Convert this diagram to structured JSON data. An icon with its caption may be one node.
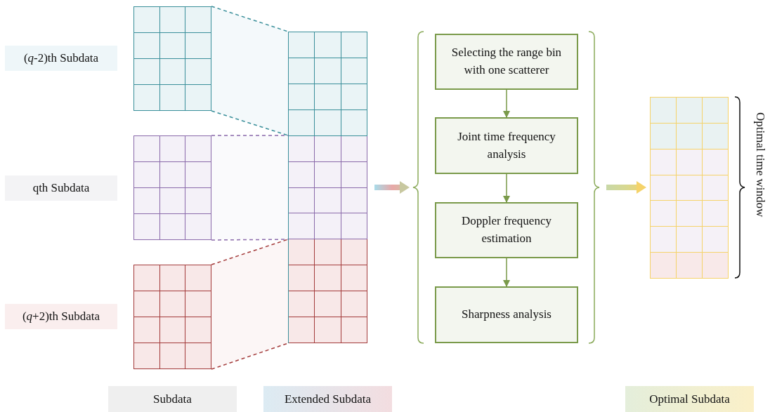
{
  "diagram": {
    "nodes": [
      {
        "text": [
          "(*q*-2)th Subdata"
        ]
      },
      {
        "text": [
          "qth Subdata"
        ]
      },
      {
        "text": [
          "(*q*+2)th Subdata"
        ]
      },
      {
        "text": [],
        "shape": "box"
      },
      {
        "text": [],
        "shape": "box"
      },
      {
        "text": [],
        "shape": "box"
      },
      {
        "text": [],
        "shape": "box"
      },
      {
        "text": [],
        "shape": "bracket"
      },
      {
        "text": [
          "Selecting the range bin with one scatterer"
        ],
        "in": 7
      },
      {
        "text": [
          "Joint time frequency analysis"
        ],
        "in": 7
      },
      {
        "text": [
          "Doppler frequency estimation"
        ],
        "in": 7
      },
      {
        "text": [
          "Sharpness analysis"
        ],
        "in": 7
      },
      {
        "text": [],
        "shape": "box"
      }
    ],
    "edges": [
      {
        "from": 3,
        "to": 6,
        "arrow": "none",
        "style": "dashed",
        "color": "#3a8f9a"
      },
      {
        "from": 3,
        "to": 6,
        "arrow": "none",
        "style": "dashed",
        "color": "#3a8f9a"
      },
      {
        "from": 4,
        "to": 6,
        "arrow": "none",
        "style": "dashed",
        "color": "#8a6aaa"
      },
      {
        "from": 4,
        "to": 6,
        "arrow": "none",
        "style": "dashed",
        "color": "#8a6aaa"
      },
      {
        "from": 5,
        "to": 6,
        "arrow": "none",
        "style": "dashed",
        "color": "#a33a3a"
      },
      {
        "from": 5,
        "to": 6,
        "arrow": "none",
        "style": "dashed",
        "color": "#a33a3a"
      },
      {
        "from": 8,
        "to": 9,
        "arrow": "to"
      },
      {
        "from": 9,
        "to": 10,
        "arrow": "to"
      },
      {
        "from": 10,
        "to": 11,
        "arrow": "to"
      },
      {
        "from": 6,
        "to": 7,
        "arrow": "to",
        "style": "thick"
      },
      {
        "from": 7,
        "to": 12,
        "arrow": "to",
        "style": "thick"
      }
    ],
    "labels": [
      "Optimal time window",
      "Subdata",
      "Extended Subdata",
      "Optimal Subdata"
    ]
  }
}
